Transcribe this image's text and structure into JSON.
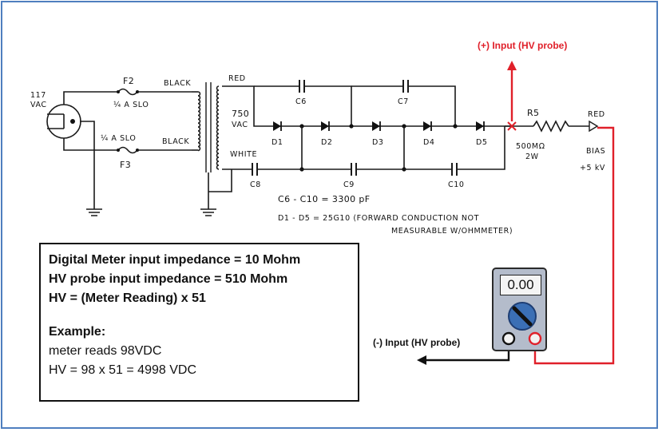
{
  "schematic": {
    "source_label": [
      "117",
      "VAC"
    ],
    "fuses": [
      {
        "name": "F2",
        "rating": "¼ A SLO"
      },
      {
        "name": "F3",
        "rating": "¼ A SLO"
      }
    ],
    "wire_colors": {
      "primary_top": "BLACK",
      "primary_bottom": "BLACK",
      "sec_top": "RED",
      "sec_bottom": "WHITE",
      "output": "RED"
    },
    "secondary_voltage": [
      "750",
      "VAC"
    ],
    "capacitors": [
      "C6",
      "C7",
      "C8",
      "C9",
      "C10"
    ],
    "diodes": [
      "D1",
      "D2",
      "D3",
      "D4",
      "D5"
    ],
    "resistor": {
      "name": "R5",
      "value": "500MΩ",
      "power": "2W"
    },
    "output": {
      "name": "BIAS",
      "value": "+5 kV"
    },
    "notes": {
      "caps": "C6 - C10 = 3300 pF",
      "diodes_line1": "D1 - D5 = 25G10  (FORWARD CONDUCTION NOT",
      "diodes_line2": "MEASURABLE W/OHMMETER)"
    }
  },
  "probe": {
    "plus_label": "(+) Input (HV probe)",
    "minus_label": "(-) Input (HV probe)"
  },
  "meter": {
    "reading": "0.00"
  },
  "infobox": {
    "line1": "Digital Meter input impedance = 10 Mohm",
    "line2": "HV probe input impedance = 510 Mohm",
    "line3": "HV = (Meter Reading) x 51",
    "example_title": "Example:",
    "example_line1": "meter reads 98VDC",
    "example_line2": "HV = 98 x 51 = 4998 VDC"
  },
  "colors": {
    "frame": "#4f7fbf",
    "probe_plus": "#e0202a",
    "meter_body": "#b4bccb"
  }
}
